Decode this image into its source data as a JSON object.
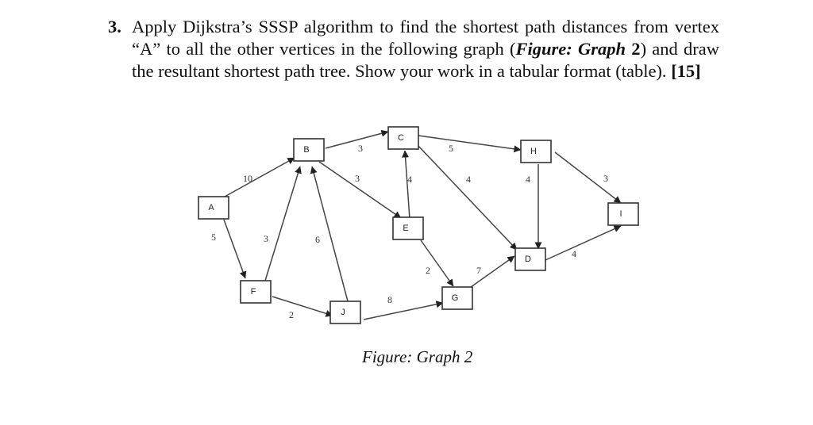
{
  "question": {
    "number": "3.",
    "text_1": "Apply Dijkstra’s SSSP algorithm to find the shortest path distances from vertex “A” to all the other vertices in the following graph (",
    "figure_ref": "Figure: Graph",
    "figure_num": " 2",
    "text_2": ") and draw the resultant shortest path tree. Show your work in a tabular format (table). ",
    "marks": "[15]"
  },
  "figure": {
    "caption": "Figure: Graph 2",
    "nodes": [
      {
        "id": "A",
        "label": "A"
      },
      {
        "id": "B",
        "label": "B"
      },
      {
        "id": "C",
        "label": "C"
      },
      {
        "id": "H",
        "label": "H"
      },
      {
        "id": "I",
        "label": "I"
      },
      {
        "id": "E",
        "label": "E"
      },
      {
        "id": "D",
        "label": "D"
      },
      {
        "id": "F",
        "label": "F"
      },
      {
        "id": "G",
        "label": "G"
      },
      {
        "id": "J",
        "label": "J"
      }
    ],
    "edges": [
      {
        "from": "A",
        "to": "B",
        "weight": "10"
      },
      {
        "from": "A",
        "to": "F",
        "weight": "5"
      },
      {
        "from": "F",
        "to": "B",
        "weight": "3"
      },
      {
        "from": "J",
        "to": "B",
        "weight": "6"
      },
      {
        "from": "F",
        "to": "J",
        "weight": "2"
      },
      {
        "from": "B",
        "to": "C",
        "weight": "3"
      },
      {
        "from": "B",
        "to": "E",
        "weight": "3"
      },
      {
        "from": "E",
        "to": "C",
        "weight": "4"
      },
      {
        "from": "J",
        "to": "G",
        "weight": "8"
      },
      {
        "from": "E",
        "to": "G",
        "weight": "2"
      },
      {
        "from": "C",
        "to": "H",
        "weight": "5"
      },
      {
        "from": "C",
        "to": "D",
        "weight": "4"
      },
      {
        "from": "H",
        "to": "D",
        "weight": "4"
      },
      {
        "from": "G",
        "to": "D",
        "weight": "7"
      },
      {
        "from": "H",
        "to": "I",
        "weight": "3"
      },
      {
        "from": "D",
        "to": "I",
        "weight": "4"
      }
    ]
  }
}
